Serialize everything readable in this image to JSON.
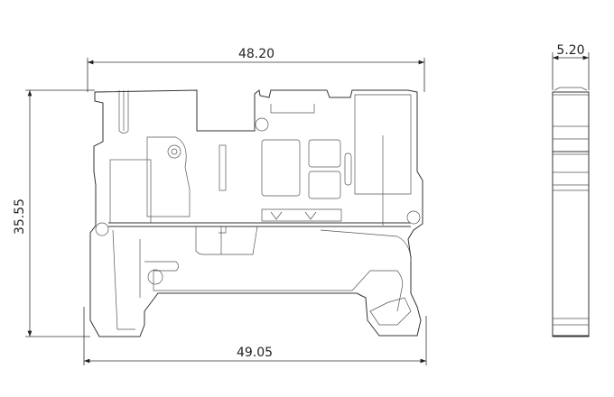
{
  "drawing": {
    "dimensions": {
      "top_width": "48.20",
      "bottom_width": "49.05",
      "height": "35.55",
      "side_width": "5.20"
    },
    "colors": {
      "line": "#333333",
      "background": "#ffffff"
    }
  }
}
